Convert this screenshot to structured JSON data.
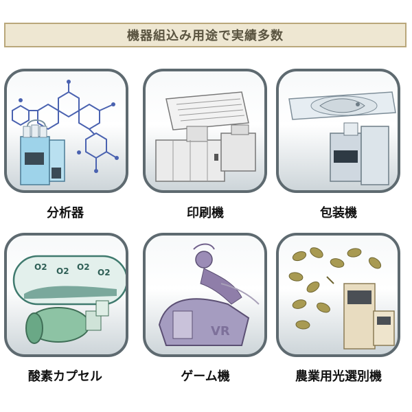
{
  "banner": {
    "title": "機器組込み用途で実績多数"
  },
  "tiles": [
    {
      "label": "分析器",
      "icon": "chemistry-analyzer-icon"
    },
    {
      "label": "印刷機",
      "icon": "printing-machine-icon"
    },
    {
      "label": "包装機",
      "icon": "packaging-machine-icon"
    },
    {
      "label": "酸素カプセル",
      "icon": "oxygen-capsule-icon"
    },
    {
      "label": "ゲーム機",
      "icon": "vr-game-machine-icon"
    },
    {
      "label": "農業用光選別機",
      "icon": "grain-sorter-icon"
    }
  ],
  "capsule_text": [
    "O2",
    "O2",
    "O2",
    "O2"
  ]
}
